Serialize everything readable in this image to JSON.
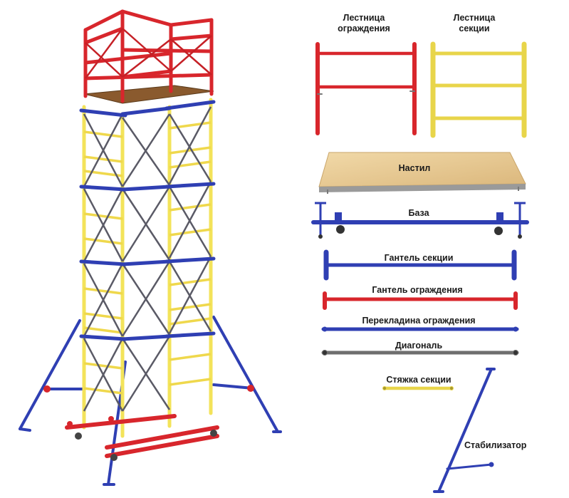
{
  "labels": {
    "guard_ladder": "Лестница ограждения",
    "section_ladder": "Лестница секции",
    "deck": "Настил",
    "base": "База",
    "section_dumbbell": "Гантель секции",
    "guard_dumbbell": "Гантель ограждения",
    "guard_crossbar": "Перекладина ограждения",
    "diagonal": "Диагональ",
    "section_tie": "Стяжка секции",
    "stabilizer": "Стабилизатор"
  },
  "colors": {
    "red": "#d8262c",
    "yellow": "#f3e35a",
    "blue": "#2f3fb3",
    "deck": "#e4c48c",
    "gray": "#777777",
    "dark": "#2a2a2a"
  }
}
